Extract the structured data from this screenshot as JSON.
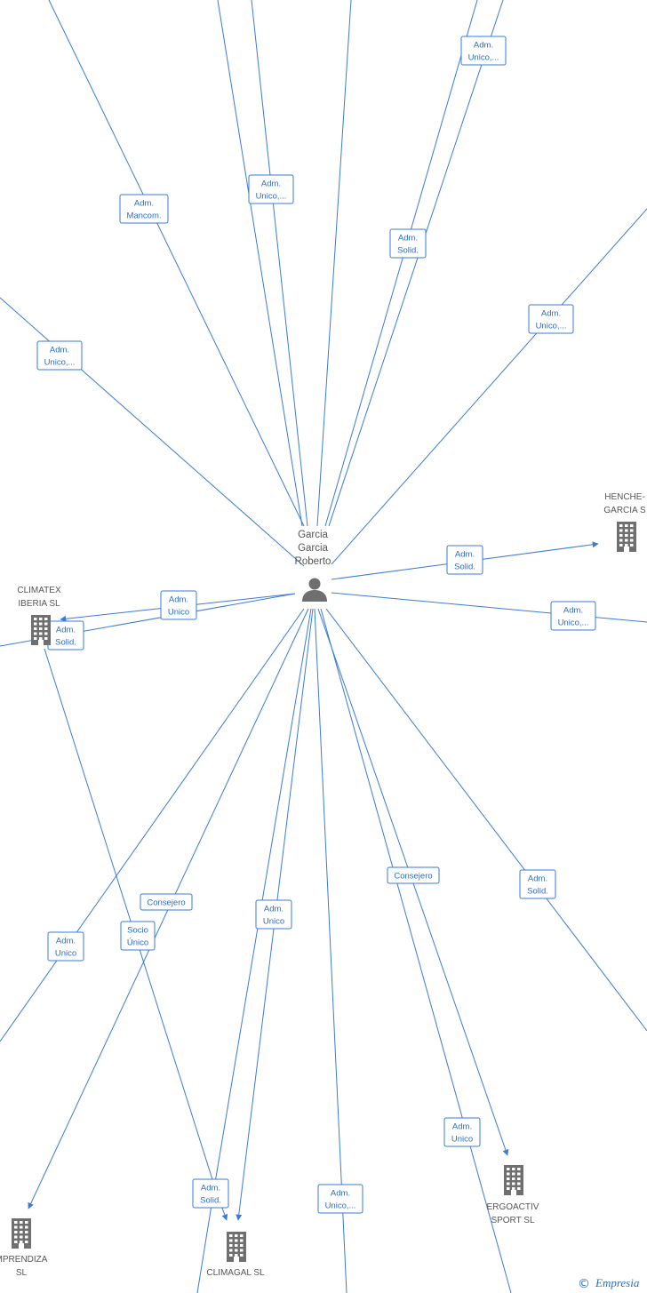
{
  "center_person": {
    "name_lines": [
      "Garcia",
      "Garcia",
      "Roberto"
    ]
  },
  "companies": [
    {
      "id": "henche",
      "lines": [
        "HENCHE-",
        "GARCIA  S"
      ]
    },
    {
      "id": "climatex",
      "lines": [
        "CLIMATEX",
        "IBERIA  SL"
      ]
    },
    {
      "id": "ergoactiv",
      "lines": [
        "ERGOACTIV",
        "SPORT  SL"
      ]
    },
    {
      "id": "climagal",
      "lines": [
        "CLIMAGAL SL"
      ]
    },
    {
      "id": "emprendiza",
      "lines": [
        "MPRENDIZA",
        "SL"
      ]
    }
  ],
  "edge_labels": [
    {
      "id": "e1",
      "lines": [
        "Adm.",
        "Unico,..."
      ]
    },
    {
      "id": "e2",
      "lines": [
        "Adm.",
        "Mancom."
      ]
    },
    {
      "id": "e3",
      "lines": [
        "Adm.",
        "Unico,..."
      ]
    },
    {
      "id": "e4",
      "lines": [
        "Adm.",
        "Solid."
      ]
    },
    {
      "id": "e5",
      "lines": [
        "Adm.",
        "Unico,..."
      ]
    },
    {
      "id": "e6",
      "lines": [
        "Adm.",
        "Unico,..."
      ]
    },
    {
      "id": "e7",
      "lines": [
        "Adm.",
        "Solid."
      ]
    },
    {
      "id": "e8",
      "lines": [
        "Adm.",
        "Unico"
      ]
    },
    {
      "id": "e9",
      "lines": [
        "Adm.",
        "Solid."
      ]
    },
    {
      "id": "e10",
      "lines": [
        "Adm.",
        "Unico,..."
      ]
    },
    {
      "id": "e11",
      "lines": [
        "Consejero"
      ]
    },
    {
      "id": "e12",
      "lines": [
        "Adm.",
        "Solid."
      ]
    },
    {
      "id": "e13",
      "lines": [
        "Adm.",
        "Unico"
      ]
    },
    {
      "id": "e14",
      "lines": [
        "Consejero"
      ]
    },
    {
      "id": "e15",
      "lines": [
        "Socio",
        "Único"
      ]
    },
    {
      "id": "e16",
      "lines": [
        "Adm.",
        "Unico"
      ]
    },
    {
      "id": "e17",
      "lines": [
        "Adm.",
        "Unico"
      ]
    },
    {
      "id": "e18",
      "lines": [
        "Adm.",
        "Unico,..."
      ]
    },
    {
      "id": "e19",
      "lines": [
        "Adm.",
        "Solid."
      ]
    }
  ],
  "brand": {
    "copyright": "©",
    "name": "Empresia"
  }
}
